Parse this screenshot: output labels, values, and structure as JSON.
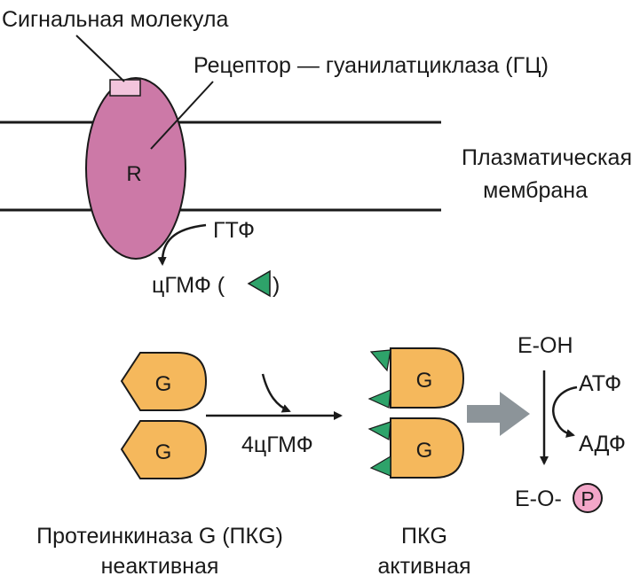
{
  "labels": {
    "signal_molecule": "Сигнальная молекула",
    "receptor": "Рецептор — гуанилатциклаза (ГЦ)",
    "membrane_line1": "Плазматическая",
    "membrane_line2": "мембрана",
    "receptor_letter": "R",
    "gtp": "ГТФ",
    "cgmp_text": "цГМФ (",
    "cgmp_close": ")",
    "g_letter": "G",
    "four_cgmp": "4цГМФ",
    "e_oh": "E-OH",
    "atp": "АТФ",
    "adp": "АДФ",
    "e_o": "E-O-",
    "p_letter": "P",
    "pkg_inactive_line1": "Протеинкиназа G (ПКG)",
    "pkg_inactive_line2": "неактивная",
    "pkg_active_line1": "ПКG",
    "pkg_active_line2": "активная"
  },
  "colors": {
    "receptor_fill": "#cc79a7",
    "signal_fill": "#f2c4dc",
    "subunit_fill": "#f5b85c",
    "cgmp_fill": "#2ea36a",
    "big_arrow": "#8c9499",
    "phosphate_fill": "#f2a6c8",
    "line": "#1a1a1a"
  }
}
